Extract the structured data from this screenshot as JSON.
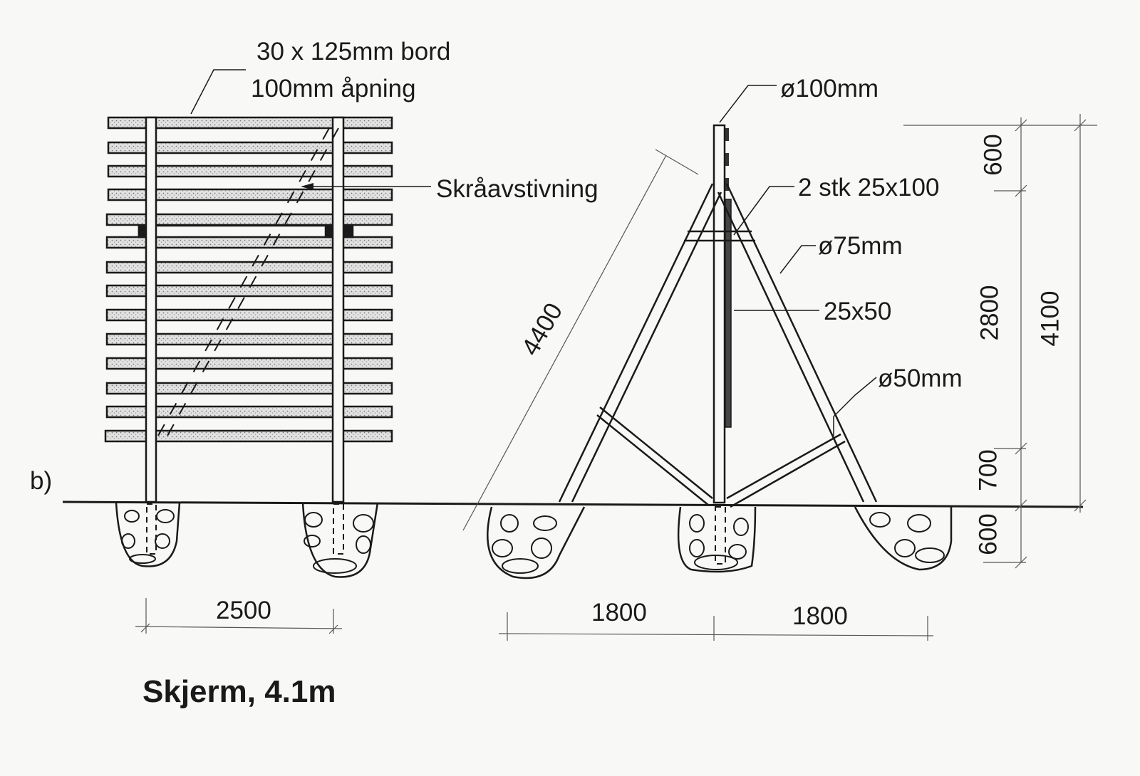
{
  "figure": {
    "panel_label": "b)",
    "caption": "Skjerm, 4.1m"
  },
  "fence_panel": {
    "board_label": "30 x 125mm bord",
    "opening_label": "100mm åpning",
    "brace_label": "Skråavstivning",
    "post_spacing": "2500",
    "board_count": 14
  },
  "support_frame": {
    "mast_label": "ø100mm",
    "crossbar_label": "2 stk 25x100",
    "leg_label": "ø75mm",
    "batten_label": "25x50",
    "strut_label": "ø50mm",
    "leg_length": "4400",
    "base_left": "1800",
    "base_right": "1800"
  },
  "dimensions": {
    "top_segment": "600",
    "middle_segment": "2800",
    "lower_segment": "700",
    "below_ground": "600",
    "total_height": "4100"
  },
  "colors": {
    "ink": "#1a1a1a",
    "paper": "#f8f8f6",
    "board_fill": "#cfcfcf"
  }
}
